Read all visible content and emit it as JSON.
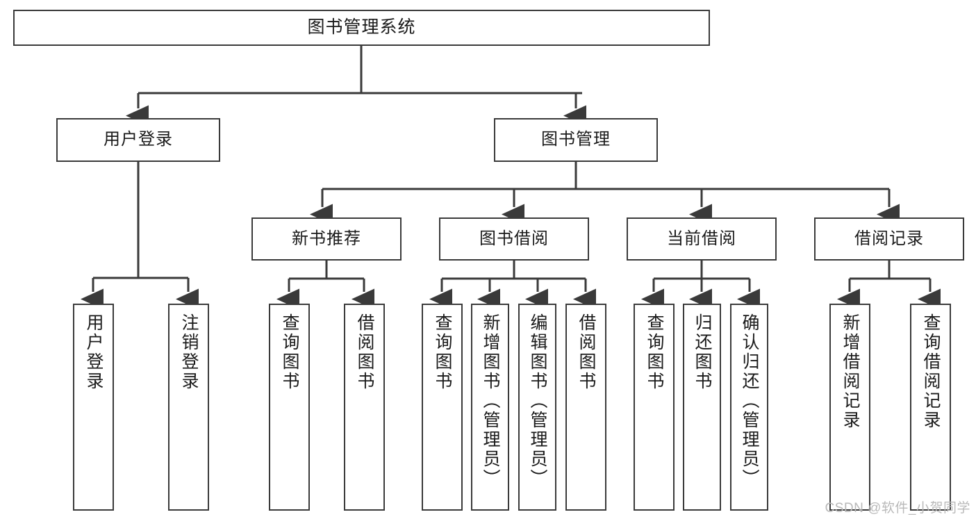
{
  "diagram": {
    "type": "tree",
    "title": "图书管理系统",
    "orientation": "top-down",
    "style": {
      "box_border_color": "#3a3a3a",
      "box_fill_color": "#ffffff",
      "connector_color": "#3a3a3a",
      "text_color": "#1a1a1a",
      "background_color": "#ffffff",
      "watermark_color": "#b9b9b9"
    },
    "watermark": "CSDN @软件_小贺同学"
  },
  "nodes": {
    "root": {
      "label": "图书管理系统",
      "level": 0
    },
    "level1": [
      {
        "id": "user-login",
        "label": "用户登录"
      },
      {
        "id": "book-management",
        "label": "图书管理"
      }
    ],
    "level2": [
      {
        "id": "new-book-recommend",
        "label": "新书推荐",
        "parent": "book-management"
      },
      {
        "id": "book-borrow",
        "label": "图书借阅",
        "parent": "book-management"
      },
      {
        "id": "current-borrow",
        "label": "当前借阅",
        "parent": "book-management"
      },
      {
        "id": "borrow-record",
        "label": "借阅记录",
        "parent": "book-management"
      }
    ],
    "leaves": {
      "user-login": [
        {
          "id": "leaf-user-login",
          "label": "用户登录"
        },
        {
          "id": "leaf-logout-login",
          "label": "注销登录"
        }
      ],
      "new-book-recommend": [
        {
          "id": "leaf-query-book-1",
          "label": "查询图书"
        },
        {
          "id": "leaf-borrow-book-1",
          "label": "借阅图书"
        }
      ],
      "book-borrow": [
        {
          "id": "leaf-query-book-2",
          "label": "查询图书"
        },
        {
          "id": "leaf-add-book",
          "label": "新增图书（管理员）"
        },
        {
          "id": "leaf-edit-book",
          "label": "编辑图书（管理员）"
        },
        {
          "id": "leaf-borrow-book-2",
          "label": "借阅图书"
        }
      ],
      "current-borrow": [
        {
          "id": "leaf-query-book-3",
          "label": "查询图书"
        },
        {
          "id": "leaf-return-book",
          "label": "归还图书"
        },
        {
          "id": "leaf-confirm-return",
          "label": "确认归还（管理员）"
        }
      ],
      "borrow-record": [
        {
          "id": "leaf-add-record",
          "label": "新增借阅记录"
        },
        {
          "id": "leaf-query-record",
          "label": "查询借阅记录"
        }
      ]
    }
  }
}
